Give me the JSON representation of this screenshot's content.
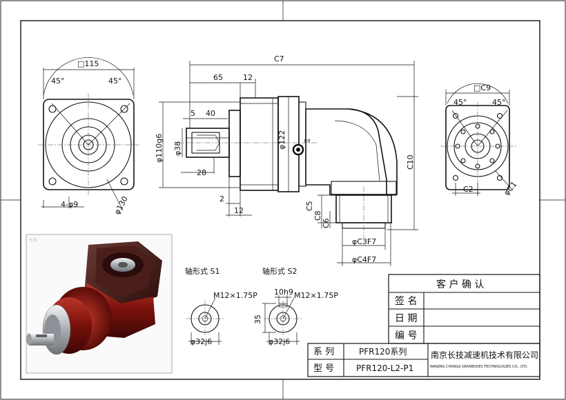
{
  "front_view": {
    "square": "□115",
    "angle_left": "45°",
    "angle_right": "45°",
    "holes": "4-φ9",
    "pcd": "φ130"
  },
  "side_view": {
    "length": "C7",
    "d65": "65",
    "d12_top": "12",
    "d5": "5",
    "d40": "40",
    "d28": "28",
    "d2": "2",
    "d12_bottom": "12",
    "pilot": "φ110g6",
    "shaft": "φ38",
    "body": "φ122",
    "height": "C10",
    "c5": "C5",
    "c8": "C8",
    "c6": "C6",
    "c3": "φC3F7",
    "c4": "φC4F7",
    "logo_text": "长技"
  },
  "right_view": {
    "square": "□C9",
    "angle_left": "45°",
    "angle_right": "45°",
    "c2": "C2",
    "c1": "φC1"
  },
  "shaft_styles": {
    "s1_label": "轴形式 S1",
    "s2_label": "轴形式 S2",
    "s1_thread": "M12×1.75P",
    "s2_thread": "M12×1.75P",
    "s2_key": "10h9",
    "s2_height": "35",
    "s1_dia": "φ32j6",
    "s2_dia": "φ32j6"
  },
  "title_block": {
    "confirm": "客 户 确 认",
    "sign": "签 名",
    "date": "日 期",
    "code": "编 号",
    "series_label": "系 列",
    "series_value": "PFR120系列",
    "model_label": "型 号",
    "model_value": "PFR120-L2-P1",
    "company_cn": "南京长技减速机技术有限公司",
    "company_en": "NANJING CHANGJI GEARBOXES TECHNOLOGIES CO., LTD."
  },
  "photo": {
    "watermark": "长技"
  },
  "colors": {
    "body_red": "#8e1a12",
    "body_dark": "#3a1512",
    "silver": "#c8cbcf"
  }
}
